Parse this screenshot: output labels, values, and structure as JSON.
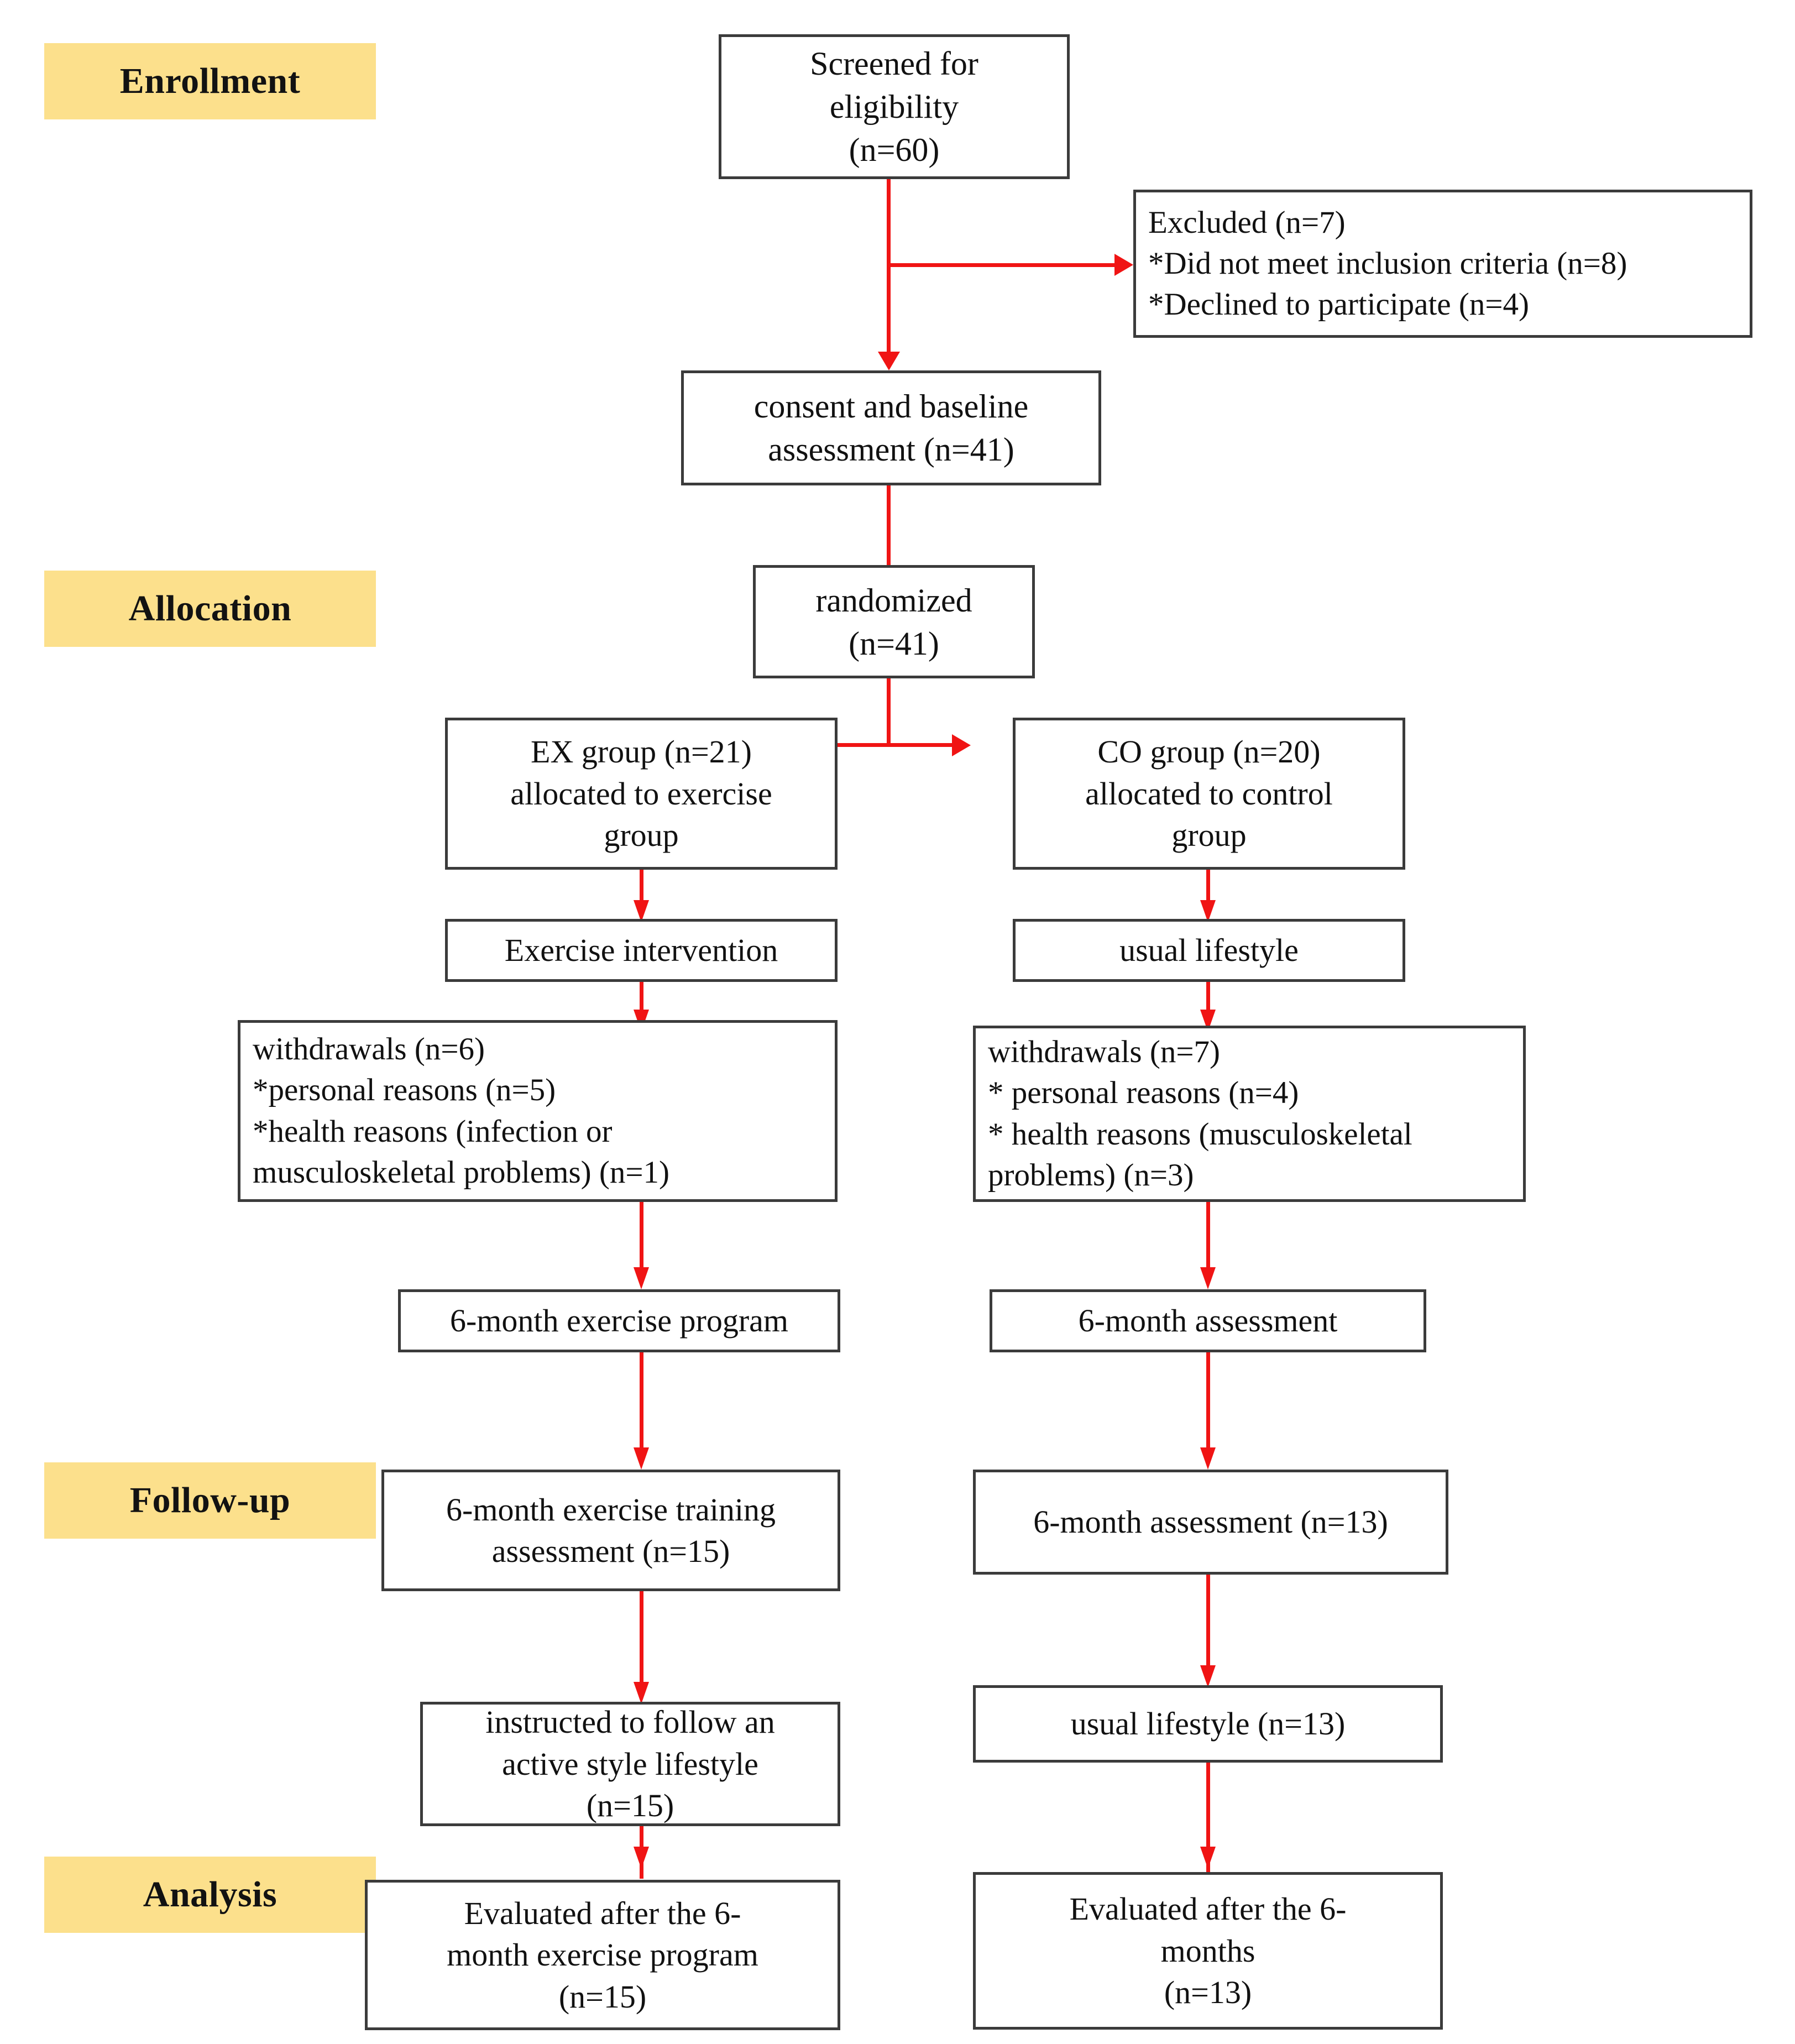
{
  "diagram": {
    "title": "CONSORT participant flow diagram",
    "accent_color": "#f01414",
    "stage_label_color": "#fce08c",
    "box_border_color": "#3b3b3b"
  },
  "stages": {
    "enrollment": "Enrollment",
    "allocation": "Allocation",
    "followup": "Follow-up",
    "analysis": "Analysis"
  },
  "nodes": {
    "screened": {
      "l1": "Screened for",
      "l2": "eligibility",
      "l3": "(n=60)"
    },
    "excluded": {
      "l1": "Excluded (n=7)",
      "l2": "*Did not meet inclusion criteria (n=8)",
      "l3": "*Declined to participate (n=4)"
    },
    "consent": {
      "l1": "consent and baseline",
      "l2": "assessment (n=41)"
    },
    "randomized": {
      "l1": "randomized",
      "l2": "(n=41)"
    },
    "ex_alloc": {
      "l1": "EX group (n=21)",
      "l2": "allocated to exercise",
      "l3": "group"
    },
    "co_alloc": {
      "l1": "CO group (n=20)",
      "l2": "allocated to control",
      "l3": "group"
    },
    "ex_intervention": {
      "l1": "Exercise intervention"
    },
    "co_intervention": {
      "l1": "usual lifestyle"
    },
    "ex_withdrawals": {
      "l1": "withdrawals (n=6)",
      "l2": "*personal reasons (n=5)",
      "l3": "*health reasons (infection or",
      "l4": "musculoskeletal problems) (n=1)"
    },
    "co_withdrawals": {
      "l1": "withdrawals (n=7)",
      "l2": "* personal reasons (n=4)",
      "l3": "* health reasons (musculoskeletal",
      "l4": "problems) (n=3)"
    },
    "ex_program": {
      "l1": "6-month exercise program"
    },
    "co_assessment": {
      "l1": "6-month assessment"
    },
    "ex_followup": {
      "l1": "6-month exercise training",
      "l2": "assessment (n=15)"
    },
    "co_followup": {
      "l1": "6-month assessment (n=13)"
    },
    "ex_lifestyle": {
      "l1": "instructed to follow an",
      "l2": "active style lifestyle",
      "l3": "(n=15)"
    },
    "co_lifestyle": {
      "l1": "usual lifestyle (n=13)"
    },
    "ex_analysis": {
      "l1": "Evaluated after the 6-",
      "l2": "month exercise program",
      "l3": "(n=15)"
    },
    "co_analysis": {
      "l1": "Evaluated after the 6-",
      "l2": "months",
      "l3": "(n=13)"
    }
  }
}
